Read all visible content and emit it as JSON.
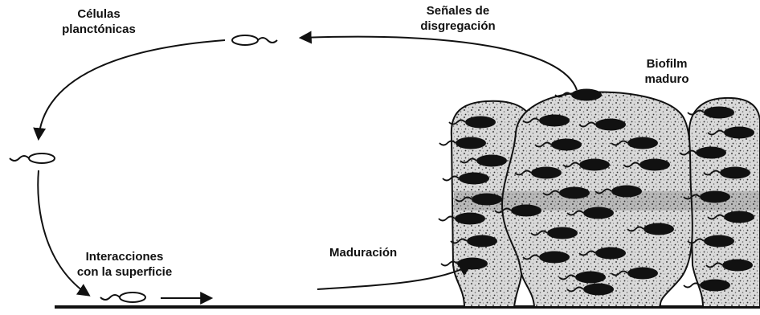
{
  "labels": {
    "planktonic": [
      "Células",
      "planctónicas"
    ],
    "dispersal": [
      "Señales de",
      "disgregación"
    ],
    "mature": [
      "Biofilm",
      "maduro"
    ],
    "surface": [
      "Interacciones",
      "con la superficie"
    ],
    "maturation": "Maduración"
  },
  "colors": {
    "ink": "#111111",
    "colony_fill": "#d9d9d9",
    "speckle": "#555555",
    "cell": "#111111",
    "background": "#ffffff"
  },
  "icons": [
    "planktonic-cell-icon",
    "attached-cell-icon",
    "cycle-arrow-icon"
  ]
}
